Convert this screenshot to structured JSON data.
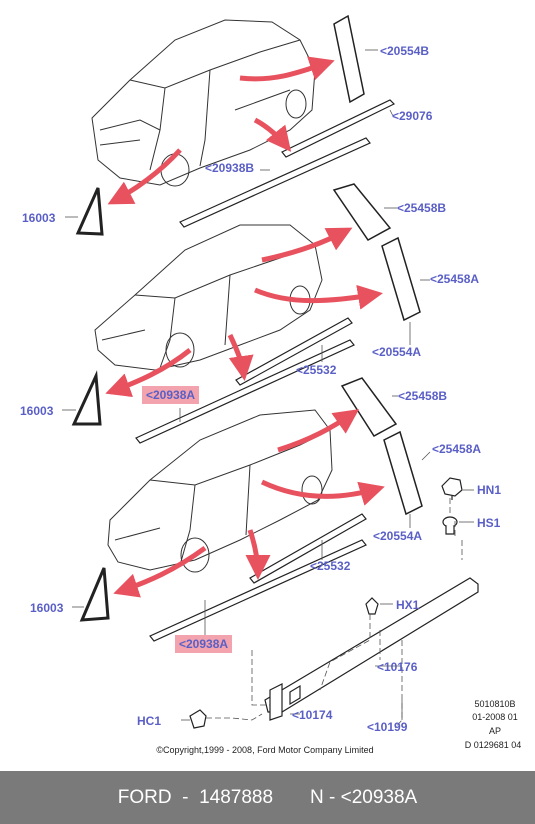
{
  "labels": {
    "c1_top_b": "<20554B",
    "c1_strip": "<29076",
    "c1_molding": "<20938B",
    "c1_quarter": "16003",
    "c2_top_b": "<25458B",
    "c2_pillar": "<25458A",
    "c2_top_a": "<20554A",
    "c2_strip": "<25532",
    "c2_molding": "<20938A",
    "c2_quarter": "16003",
    "c3_top_b": "<25458B",
    "c3_pillar": "<25458A",
    "c3_nut": "HN1",
    "c3_screw": "HS1",
    "c3_top_a": "<20554A",
    "c3_strip": "<25532",
    "c3_clip": "HX1",
    "c3_quarter": "16003",
    "c3_molding": "<20938A",
    "sill": "<10176",
    "sill_end": "<10174",
    "hc1": "HC1",
    "sill_bottom": "<10199"
  },
  "meta": {
    "ref1": "5010810B",
    "ref2": "01-2008 01",
    "ref3": "AP",
    "ref4": "D 0129681 04"
  },
  "copyright": "©Copyright,1999 - 2008, Ford Motor Company Limited",
  "footer": {
    "brand": "FORD",
    "part_number": "1487888",
    "name": "N - <20938A"
  },
  "colors": {
    "arrow": "#e8525f",
    "label": "#5a5fc6",
    "highlight": "#f2a3ad",
    "footer_bg": "#7a7a7a"
  }
}
